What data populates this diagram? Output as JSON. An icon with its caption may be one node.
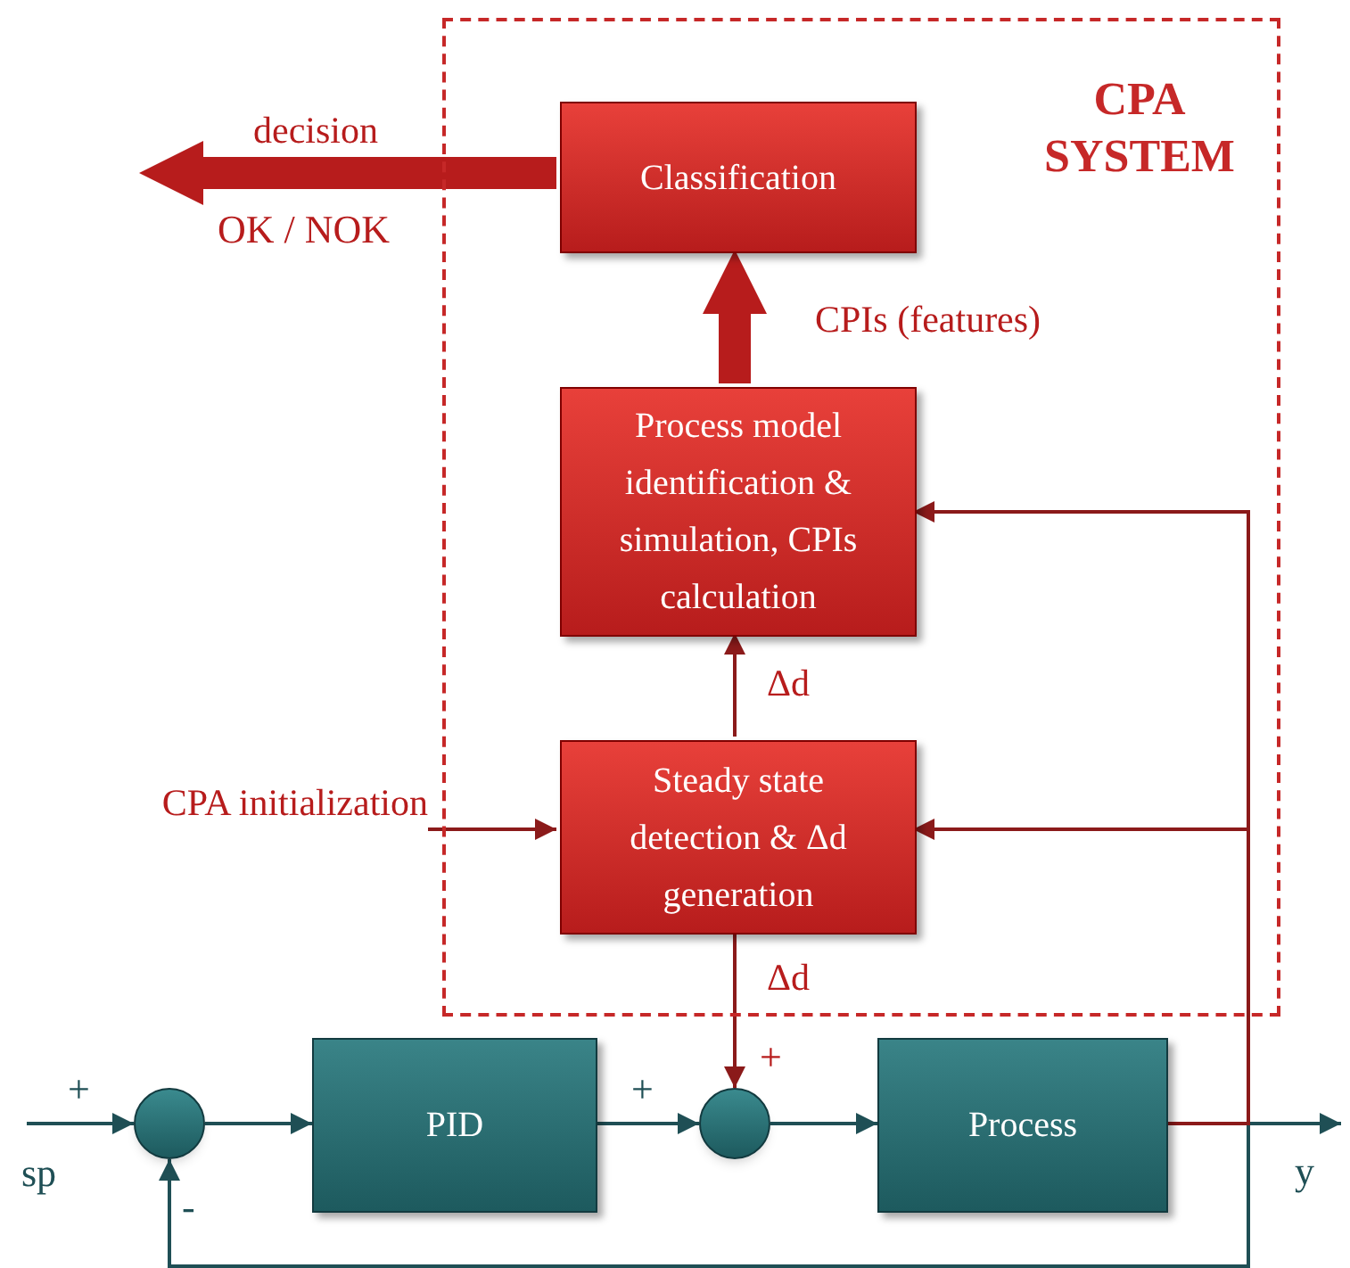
{
  "diagram": {
    "nodes": [
      {
        "text": [
          "CPA SYSTEM"
        ]
      },
      {
        "text": [
          "Classification"
        ],
        "in": 0
      },
      {
        "text": [
          "Process model identification & simulation, CPIs calculation"
        ],
        "in": 0
      },
      {
        "text": [
          "Steady state detection & Δd generation"
        ],
        "in": 0
      },
      {
        "text": [],
        "shape": "circle"
      },
      {
        "text": [
          "PID"
        ]
      },
      {
        "text": [],
        "shape": "circle"
      },
      {
        "text": [
          "Process"
        ]
      },
      {
        "text": [
          "CPA initialization"
        ]
      }
    ],
    "edges": [
      {
        "from": 1,
        "to": null,
        "arrow": "to",
        "label": "decision",
        "style": "thick",
        "color": "#b71c1c"
      },
      {
        "from": 2,
        "to": 1,
        "arrow": "to",
        "label": "CPIs (features)",
        "style": "thick",
        "color": "#b71c1c"
      },
      {
        "from": 3,
        "to": 2,
        "arrow": "to",
        "label": "Δd",
        "color": "#8b1a1a"
      },
      {
        "from": 3,
        "to": 6,
        "arrow": "to",
        "label": "Δd",
        "color": "#8b1a1a"
      },
      {
        "from": 8,
        "to": 3,
        "arrow": "to",
        "color": "#8b1a1a"
      },
      {
        "from": null,
        "to": 4,
        "arrow": "to"
      },
      {
        "from": 4,
        "to": 5,
        "arrow": "to"
      },
      {
        "from": 5,
        "to": 6,
        "arrow": "to"
      },
      {
        "from": 6,
        "to": 7,
        "arrow": "to"
      },
      {
        "from": 7,
        "to": null,
        "arrow": "to"
      },
      {
        "from": 7,
        "to": 4,
        "arrow": "to"
      },
      {
        "from": 7,
        "to": 2,
        "arrow": "to",
        "color": "#8b1a1a"
      },
      {
        "from": 7,
        "to": 3,
        "arrow": "to",
        "color": "#8b1a1a"
      }
    ],
    "labels": [
      "OK / NOK",
      "+",
      "-",
      "sp",
      "+",
      "+",
      "y"
    ]
  }
}
